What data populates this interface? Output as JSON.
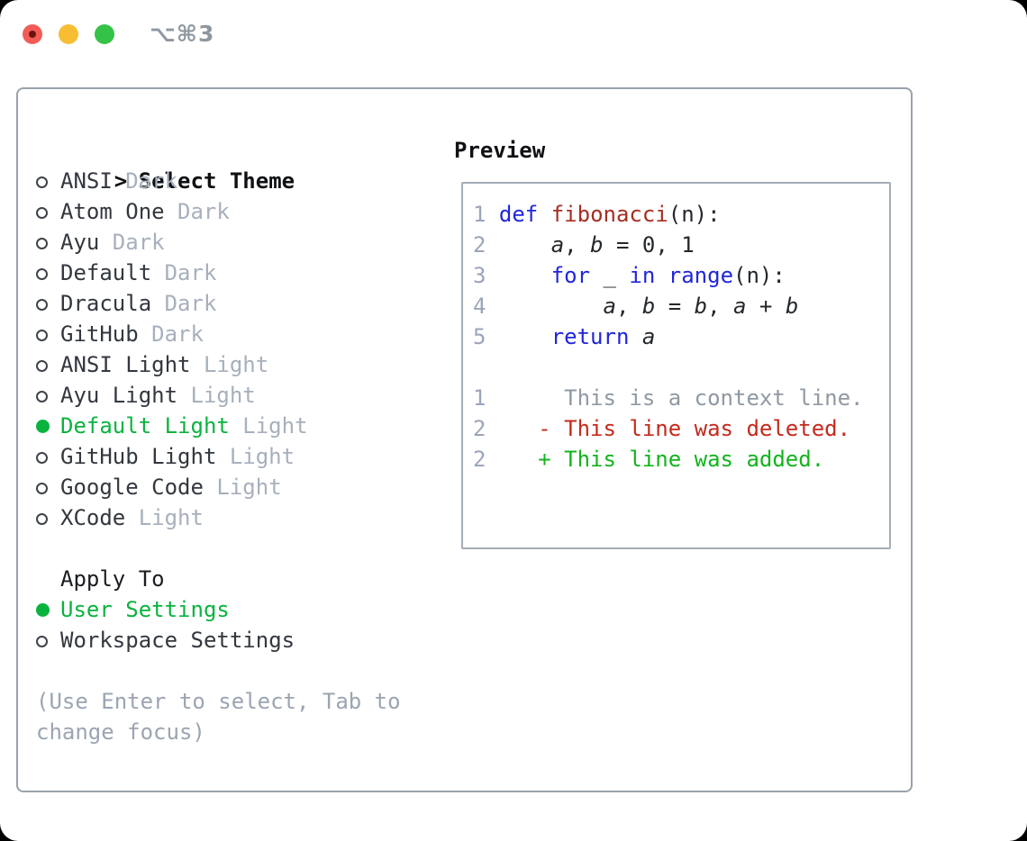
{
  "window": {
    "shortcut": "⌥⌘3",
    "traffic_lights": [
      {
        "name": "close",
        "color": "#f25c57",
        "dot_color": "#6b1210"
      },
      {
        "name": "minimize",
        "color": "#f7be33"
      },
      {
        "name": "maximize",
        "color": "#35c248"
      }
    ]
  },
  "theme_panel": {
    "header": {
      "prompt": ">",
      "label": "Select Theme"
    },
    "items": [
      {
        "name": "ANSI",
        "variant": "Dark",
        "selected": false
      },
      {
        "name": "Atom One",
        "variant": "Dark",
        "selected": false
      },
      {
        "name": "Ayu",
        "variant": "Dark",
        "selected": false
      },
      {
        "name": "Default",
        "variant": "Dark",
        "selected": false
      },
      {
        "name": "Dracula",
        "variant": "Dark",
        "selected": false
      },
      {
        "name": "GitHub",
        "variant": "Dark",
        "selected": false
      },
      {
        "name": "ANSI Light",
        "variant": "Light",
        "selected": false
      },
      {
        "name": "Ayu Light",
        "variant": "Light",
        "selected": false
      },
      {
        "name": "Default Light",
        "variant": "Light",
        "selected": true
      },
      {
        "name": "GitHub Light",
        "variant": "Light",
        "selected": false
      },
      {
        "name": "Google Code",
        "variant": "Light",
        "selected": false
      },
      {
        "name": "XCode",
        "variant": "Light",
        "selected": false
      }
    ],
    "apply_to": {
      "label": "Apply To",
      "options": [
        {
          "name": "User Settings",
          "selected": true
        },
        {
          "name": "Workspace Settings",
          "selected": false
        }
      ]
    },
    "help_text": "(Use Enter to select, Tab to change focus)"
  },
  "preview_panel": {
    "title": "Preview",
    "code_lines": [
      [
        {
          "t": "1 ",
          "s": "ln"
        },
        {
          "t": "def",
          "s": "kw"
        },
        {
          "t": " ",
          "s": "pl"
        },
        {
          "t": "fibonacci",
          "s": "fn"
        },
        {
          "t": "(n):",
          "s": "pl"
        }
      ],
      [
        {
          "t": "2 ",
          "s": "ln"
        },
        {
          "t": "    ",
          "s": "pl"
        },
        {
          "t": "a",
          "s": "var"
        },
        {
          "t": ", ",
          "s": "pl"
        },
        {
          "t": "b",
          "s": "var"
        },
        {
          "t": " = 0, 1",
          "s": "pl"
        }
      ],
      [
        {
          "t": "3 ",
          "s": "ln"
        },
        {
          "t": "    ",
          "s": "pl"
        },
        {
          "t": "for",
          "s": "kw"
        },
        {
          "t": " _ ",
          "s": "pl"
        },
        {
          "t": "in",
          "s": "kw"
        },
        {
          "t": " ",
          "s": "pl"
        },
        {
          "t": "range",
          "s": "kw"
        },
        {
          "t": "(n):",
          "s": "pl"
        }
      ],
      [
        {
          "t": "4 ",
          "s": "ln"
        },
        {
          "t": "        ",
          "s": "pl"
        },
        {
          "t": "a",
          "s": "var"
        },
        {
          "t": ", ",
          "s": "pl"
        },
        {
          "t": "b",
          "s": "var"
        },
        {
          "t": " = ",
          "s": "pl"
        },
        {
          "t": "b",
          "s": "var"
        },
        {
          "t": ", ",
          "s": "pl"
        },
        {
          "t": "a",
          "s": "var"
        },
        {
          "t": " + ",
          "s": "pl"
        },
        {
          "t": "b",
          "s": "var"
        }
      ],
      [
        {
          "t": "5 ",
          "s": "ln"
        },
        {
          "t": "    ",
          "s": "pl"
        },
        {
          "t": "return",
          "s": "kw"
        },
        {
          "t": " ",
          "s": "pl"
        },
        {
          "t": "a",
          "s": "var"
        }
      ],
      [
        {
          "t": " ",
          "s": "pl"
        }
      ],
      [
        {
          "t": "1 ",
          "s": "ln"
        },
        {
          "t": "     This is a context line.",
          "s": "ctx"
        }
      ],
      [
        {
          "t": "2 ",
          "s": "ln"
        },
        {
          "t": "   - This line was deleted.",
          "s": "del"
        }
      ],
      [
        {
          "t": "2 ",
          "s": "ln"
        },
        {
          "t": "   + This line was added.",
          "s": "add"
        }
      ]
    ]
  },
  "colors": {
    "selection_green": "#0ab33e",
    "added_green": "#12b41c",
    "deleted_red": "#c42a1c",
    "keyword_blue": "#2026d8",
    "function_red": "#a52e22",
    "muted_gray": "#a7b0bc",
    "line_number_gray": "#9aa5b8",
    "frame_border": "#99a2ac"
  }
}
